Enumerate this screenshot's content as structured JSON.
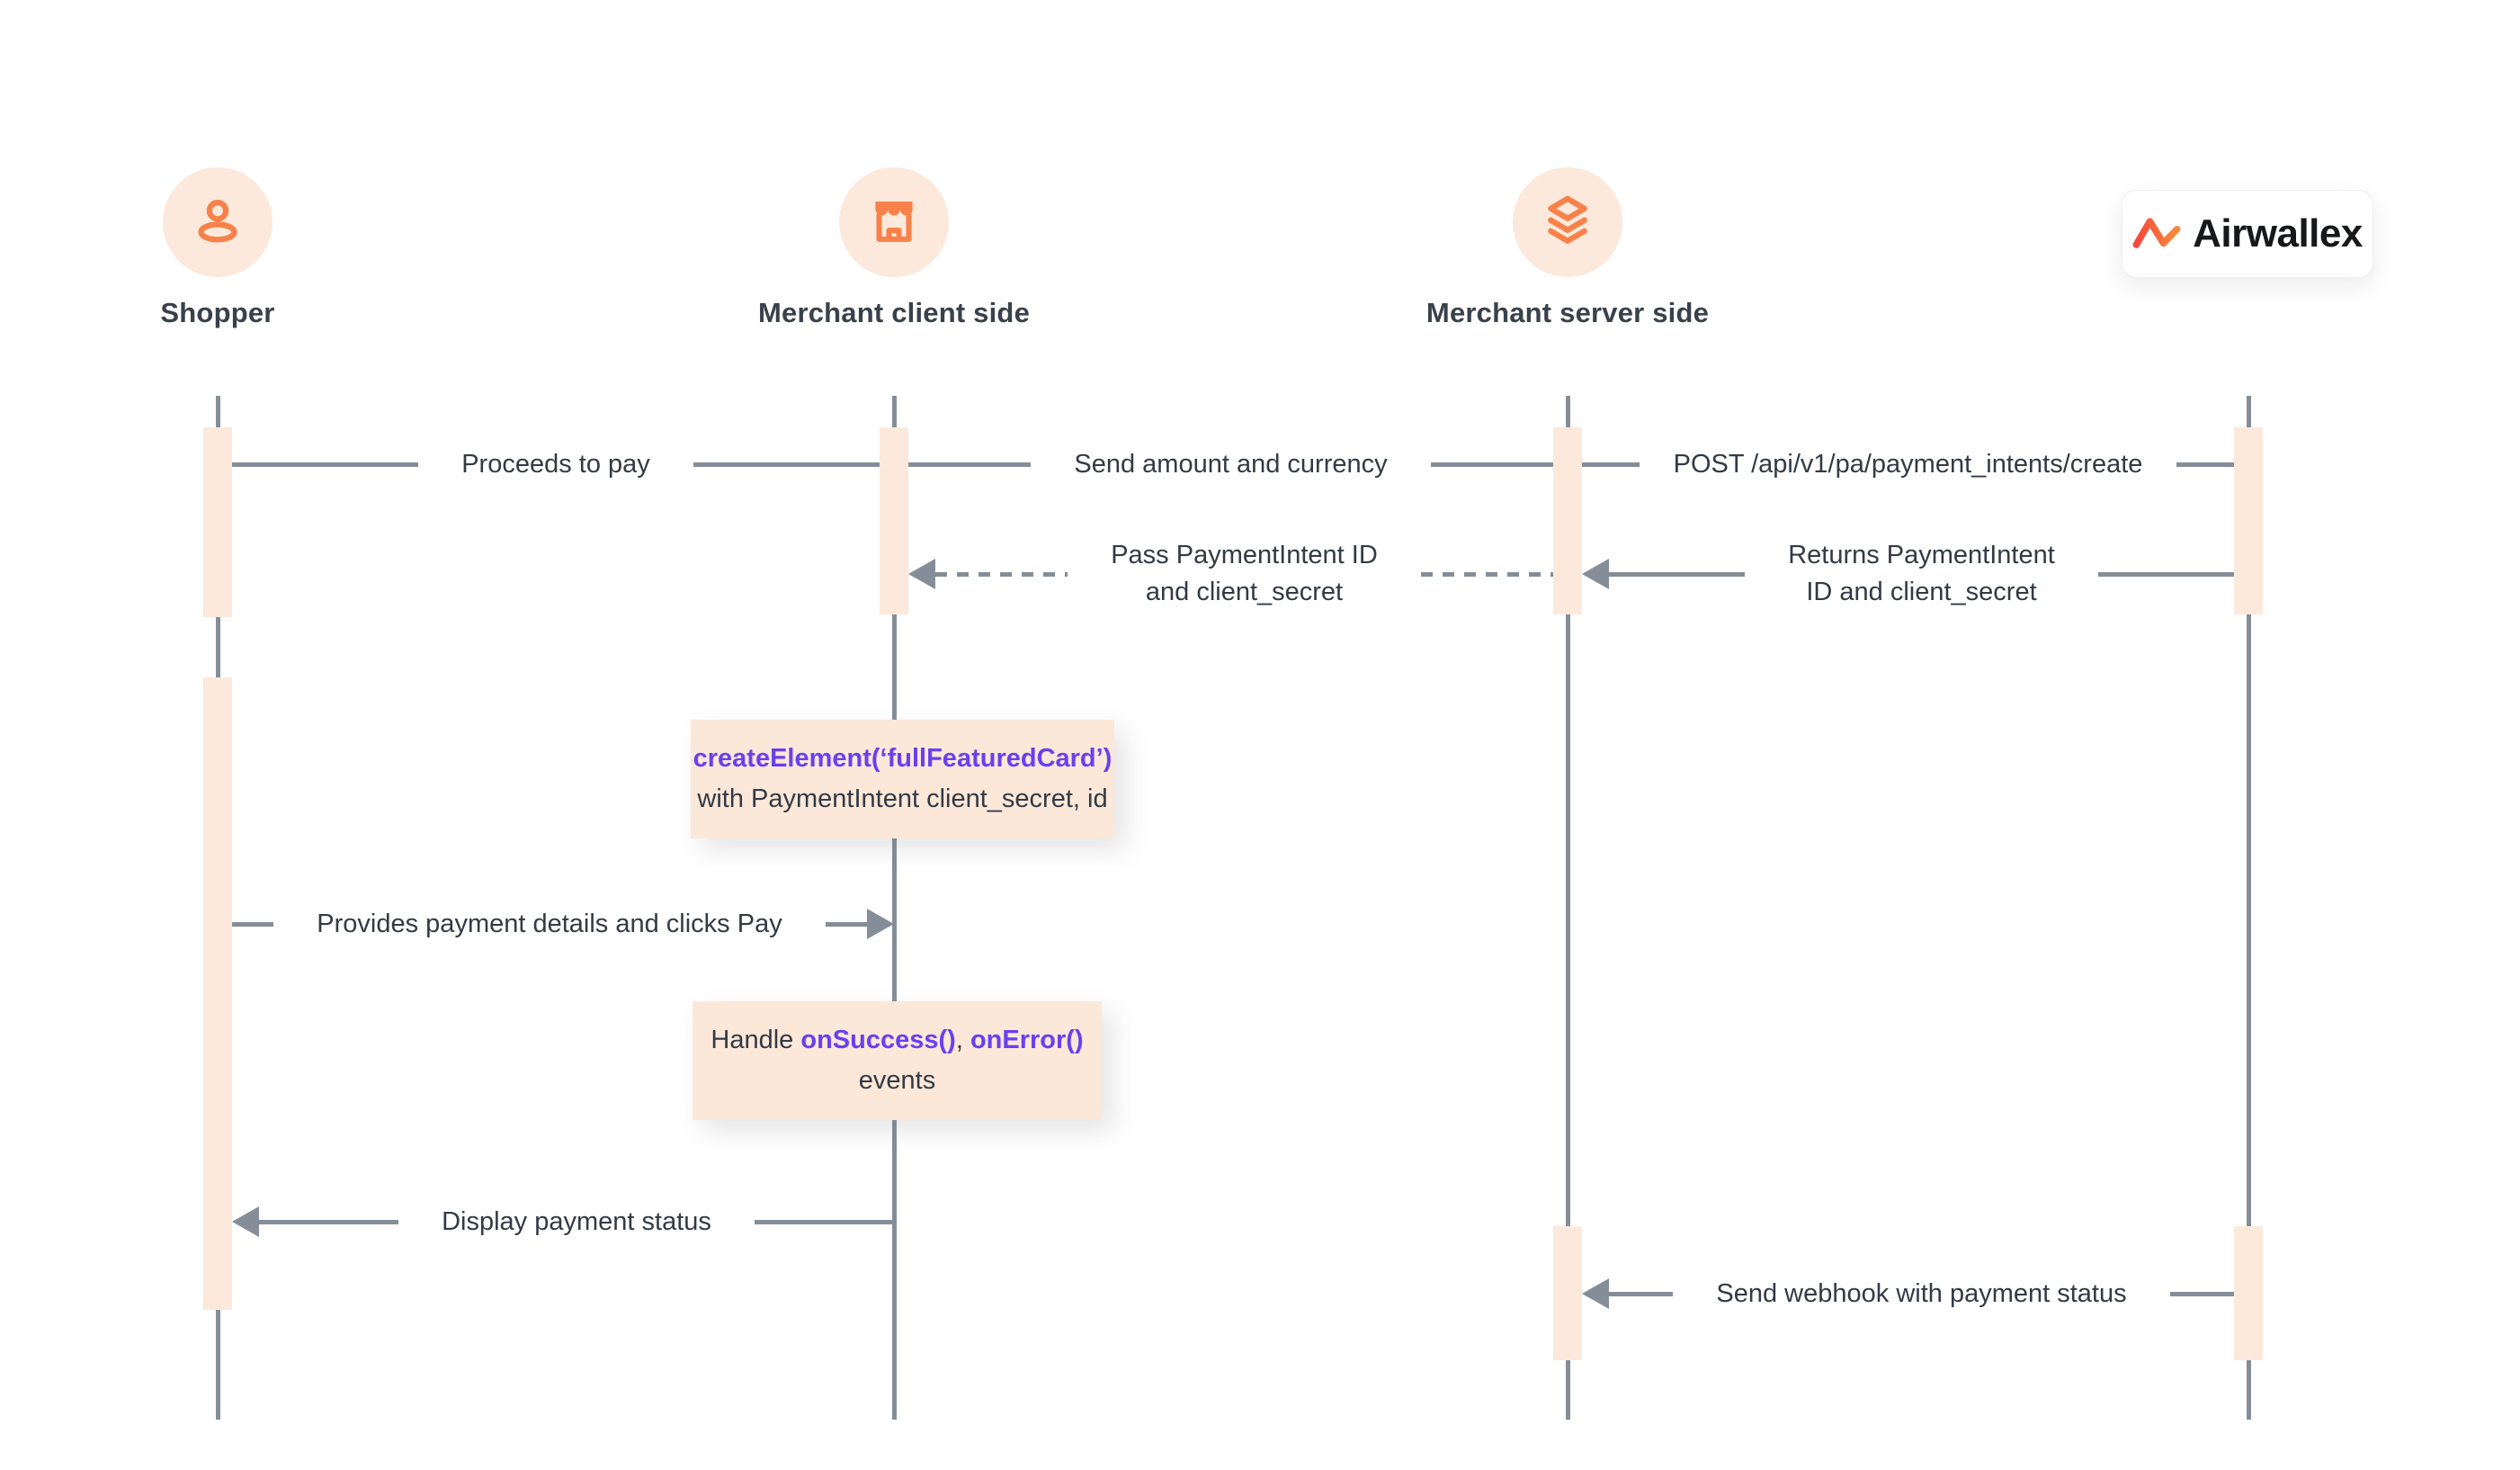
{
  "colors": {
    "accent_orange": "#f8814a",
    "accent_purple": "#6840f0",
    "activation_peach": "#fce9db",
    "line_gray": "#858e98",
    "text_dark": "#333a45",
    "logo_gradient_start": "#f6473c",
    "logo_gradient_end": "#fb8a3c"
  },
  "actors": {
    "shopper": {
      "label": "Shopper",
      "icon": "person-icon"
    },
    "merchant_client": {
      "label": "Merchant client side",
      "icon": "storefront-icon"
    },
    "merchant_server": {
      "label": "Merchant server side",
      "icon": "layers-icon"
    },
    "airwallex": {
      "label": "Airwallex",
      "icon": "airwallex-mark-icon"
    }
  },
  "messages": {
    "proceeds": {
      "label": "Proceeds to pay",
      "style": "solid",
      "arrow": "none"
    },
    "send_amount": {
      "label": "Send amount and currency",
      "style": "solid",
      "arrow": "none"
    },
    "post_create": {
      "label": "POST /api/v1/pa/payment_intents/create",
      "style": "solid",
      "arrow": "none"
    },
    "pass_intent": {
      "line1": "Pass PaymentIntent ID",
      "line2": "and client_secret",
      "style": "dashed",
      "arrow": "left"
    },
    "returns_intent": {
      "line1": "Returns PaymentIntent",
      "line2": "ID and client_secret",
      "style": "solid",
      "arrow": "left"
    },
    "provides_details": {
      "label": "Provides payment details and clicks Pay",
      "style": "solid",
      "arrow": "right"
    },
    "display_status": {
      "label": "Display payment status",
      "style": "solid",
      "arrow": "left"
    },
    "send_webhook": {
      "label": "Send webhook with payment status",
      "style": "solid",
      "arrow": "left"
    }
  },
  "notes": {
    "create_element": {
      "code": "createElement(‘fullFeaturedCard’)",
      "text": "with PaymentIntent client_secret, id"
    },
    "handle_events": {
      "prefix": "Handle ",
      "fn1": "onSuccess()",
      "sep": ", ",
      "fn2": "onError()",
      "line2": "events"
    }
  }
}
